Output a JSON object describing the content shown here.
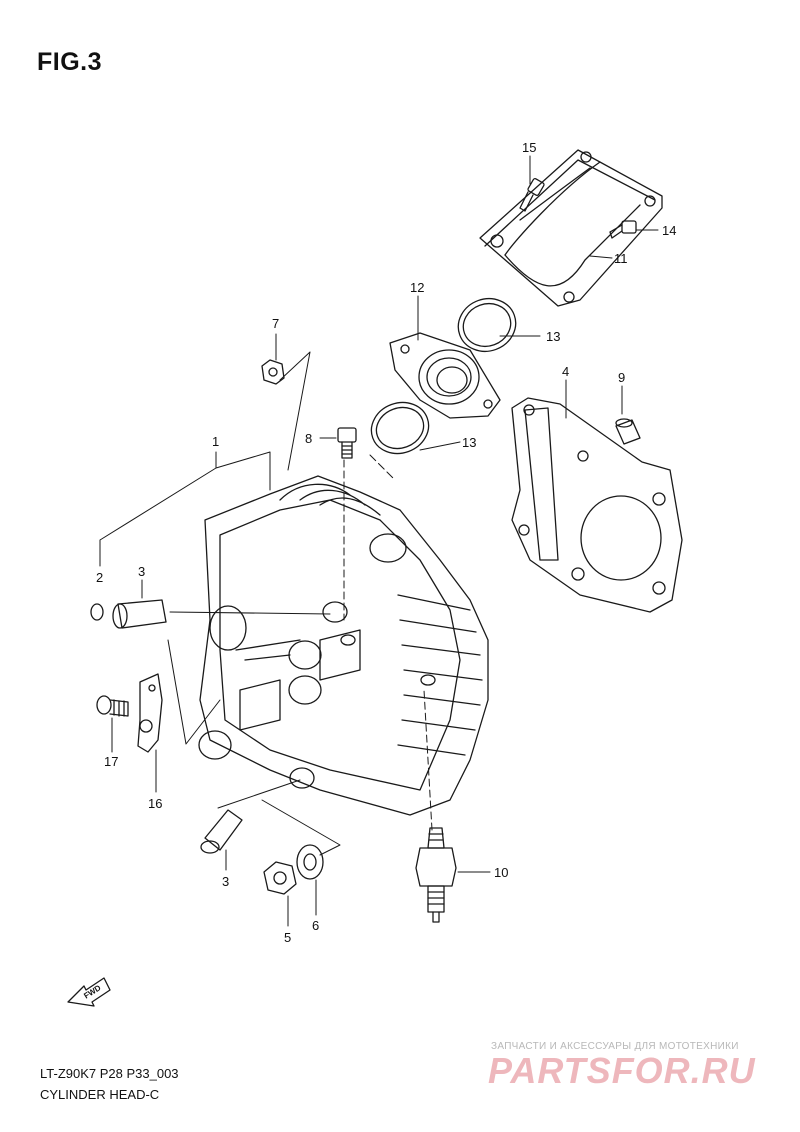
{
  "figure": {
    "title": "FIG.3"
  },
  "callouts": [
    {
      "id": "1",
      "label": "1"
    },
    {
      "id": "2",
      "label": "2"
    },
    {
      "id": "3a",
      "label": "3"
    },
    {
      "id": "3b",
      "label": "3"
    },
    {
      "id": "4",
      "label": "4"
    },
    {
      "id": "5",
      "label": "5"
    },
    {
      "id": "6",
      "label": "6"
    },
    {
      "id": "7",
      "label": "7"
    },
    {
      "id": "8",
      "label": "8"
    },
    {
      "id": "9",
      "label": "9"
    },
    {
      "id": "10",
      "label": "10"
    },
    {
      "id": "11",
      "label": "11"
    },
    {
      "id": "12",
      "label": "12"
    },
    {
      "id": "13a",
      "label": "13"
    },
    {
      "id": "13b",
      "label": "13"
    },
    {
      "id": "14",
      "label": "14"
    },
    {
      "id": "15",
      "label": "15"
    },
    {
      "id": "16",
      "label": "16"
    },
    {
      "id": "17",
      "label": "17"
    }
  ],
  "direction_arrow": {
    "label": "FWD"
  },
  "footer": {
    "reference": "LT-Z90K7 P28 P33_003",
    "subtitle": "CYLINDER HEAD-C"
  },
  "watermark": {
    "tagline": "ЗАПЧАСТИ И АКСЕССУАРЫ ДЛЯ МОТОТЕХНИКИ",
    "brand": "PARTSFOR.RU"
  }
}
